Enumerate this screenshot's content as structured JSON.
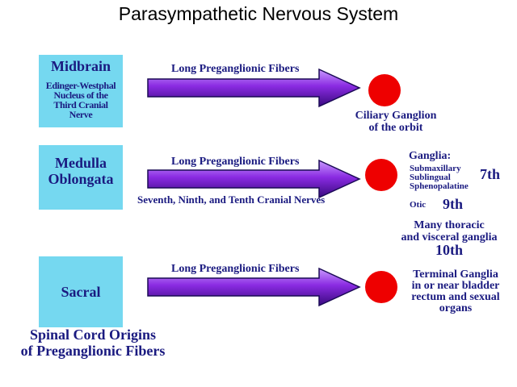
{
  "title": "Parasympathetic Nervous System",
  "colors": {
    "box": "#75d8f0",
    "text": "#1a1a80",
    "arrow": "#8a2be2",
    "ganglion": "#ee0000"
  },
  "rows": [
    {
      "origin": {
        "name": "Midbrain",
        "detail": [
          "Edinger-Westphal",
          "Nucleus of the",
          "Third Cranial",
          "Nerve"
        ]
      },
      "fiber_label": "Long Preganglionic Fibers",
      "target": [
        "Ciliary Ganglion",
        "of the orbit"
      ]
    },
    {
      "origin": {
        "name": [
          "Medulla",
          "Oblongata"
        ]
      },
      "fiber_label": "Long Preganglionic Fibers",
      "nerves_label": "Seventh, Ninth, and Tenth Cranial Nerves",
      "target": {
        "header": "Ganglia:",
        "group_7": [
          "Submaxillary",
          "Sublingual",
          "Sphenopalatine"
        ],
        "nerve_7": "7th",
        "otic": "Otic",
        "nerve_9": "9th",
        "many": [
          "Many thoracic",
          "and visceral ganglia"
        ],
        "nerve_10": "10th"
      }
    },
    {
      "origin": {
        "name": "Sacral"
      },
      "fiber_label": "Long Preganglionic Fibers",
      "target": [
        "Terminal Ganglia",
        "in or near bladder",
        "rectum and sexual",
        "organs"
      ]
    }
  ],
  "footer": [
    "Spinal Cord Origins",
    "of Preganglionic Fibers"
  ]
}
